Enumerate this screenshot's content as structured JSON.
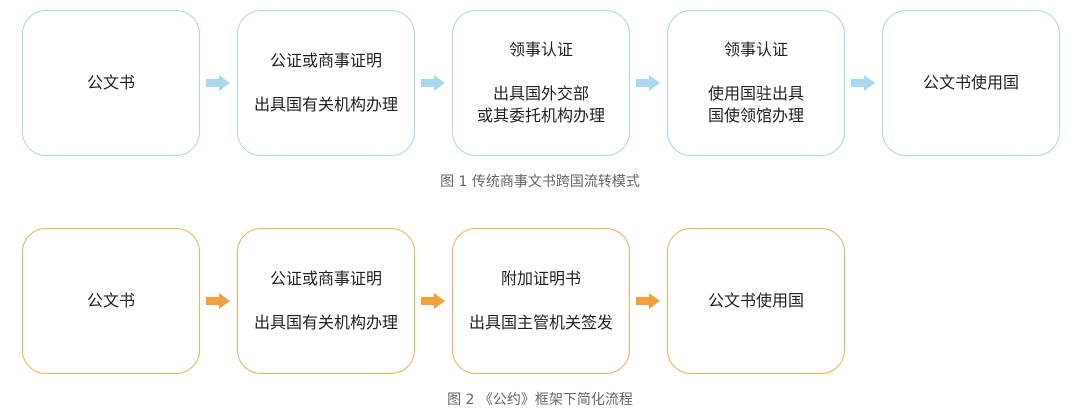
{
  "colors": {
    "blue": "#a9d9ee",
    "orange": "#f2a13b"
  },
  "figure1": {
    "caption": "图 1  传统商事文书跨国流转模式",
    "boxes": [
      {
        "title": "公文书",
        "sub": ""
      },
      {
        "title": "公证或商事证明",
        "sub": "出具国有关机构办理"
      },
      {
        "title": "领事认证",
        "sub": "出具国外交部",
        "sub2": "或其委托机构办理"
      },
      {
        "title": "领事认证",
        "sub": "使用国驻出具",
        "sub2": "国使领馆办理"
      },
      {
        "title": "公文书使用国",
        "sub": ""
      }
    ]
  },
  "figure2": {
    "caption": "图 2 《公约》框架下简化流程",
    "boxes": [
      {
        "title": "公文书",
        "sub": ""
      },
      {
        "title": "公证或商事证明",
        "sub": "出具国有关机构办理"
      },
      {
        "title": "附加证明书",
        "sub": "出具国主管机关签发"
      },
      {
        "title": "公文书使用国",
        "sub": ""
      }
    ]
  }
}
